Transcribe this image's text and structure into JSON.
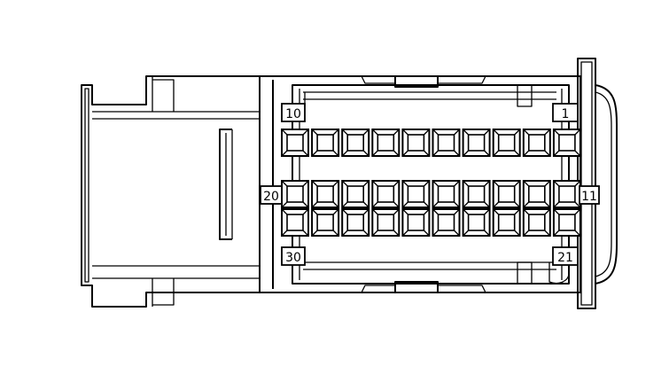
{
  "diagram": {
    "pin_labels": {
      "top_left": "10",
      "top_right": "1",
      "middle_left": "20",
      "middle_right": "11",
      "bottom_left": "30",
      "bottom_right": "21"
    },
    "rows": [
      {
        "first_pin": 10,
        "last_pin": 1,
        "count": 10
      },
      {
        "first_pin": 20,
        "last_pin": 11,
        "count": 10
      },
      {
        "first_pin": 30,
        "last_pin": 21,
        "count": 10
      }
    ]
  }
}
